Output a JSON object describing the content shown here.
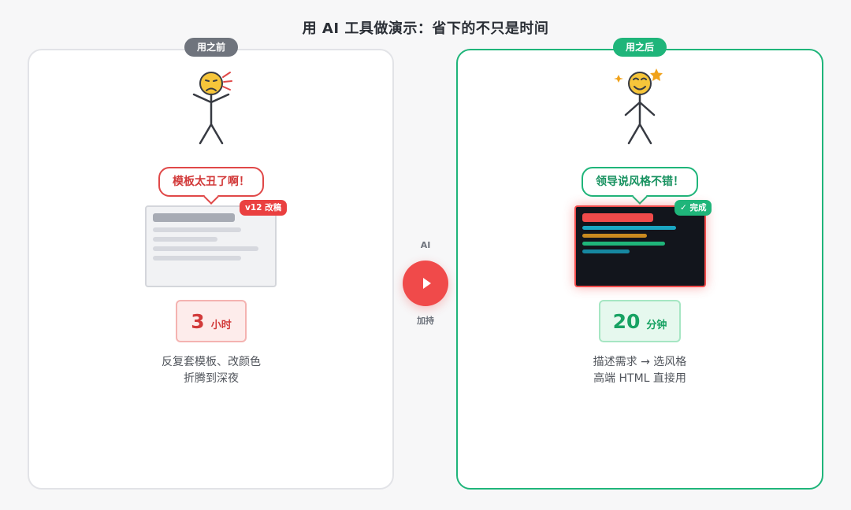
{
  "title": "用 AI 工具做演示：省下的不只是时间",
  "colors": {
    "before_accent": "#e04848",
    "after_accent": "#1fb57a",
    "neutral_pill": "#6f747d",
    "play_button": "#f04a4a"
  },
  "before": {
    "label": "用之前",
    "speech": "模板太丑了啊！",
    "tag": "v12 改稿",
    "metric_value": "3",
    "metric_unit": "小时",
    "desc_line1": "反复套模板、改颜色",
    "desc_line2": "折腾到深夜",
    "face_icon": "frustrated-face-icon"
  },
  "after": {
    "label": "用之后",
    "speech": "领导说风格不错！",
    "tag": "✓ 完成",
    "metric_value": "20",
    "metric_unit": "分钟",
    "desc_line1": "描述需求 → 选风格",
    "desc_line2": "高端 HTML 直接用",
    "face_icon": "happy-face-icon"
  },
  "transition": {
    "top_label": "AI",
    "bottom_label": "加持",
    "icon": "play-arrow-icon"
  }
}
